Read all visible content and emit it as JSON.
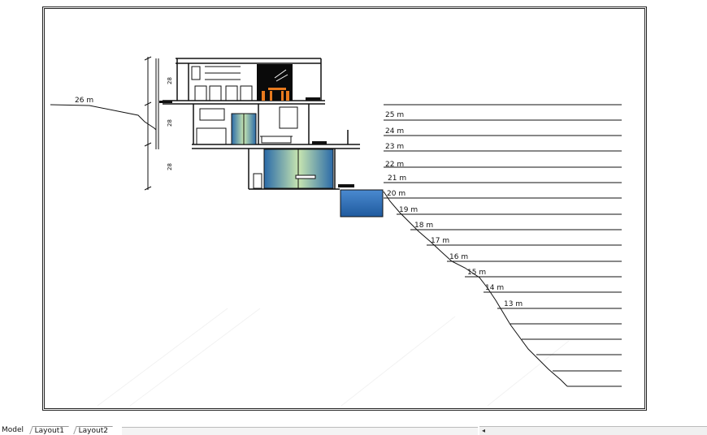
{
  "drawing": {
    "elevation_labels_right": [
      "25 m",
      "24 m",
      "23 m",
      "22 m",
      "21 m",
      "20 m",
      "19 m",
      "18 m",
      "17 m",
      "16 m",
      "15 m",
      "14 m",
      "13 m"
    ],
    "elevation_label_left": "26 m",
    "dimension_labels": [
      "28",
      "28",
      "28"
    ]
  },
  "tabs": {
    "model": "Model",
    "layout1": "Layout1",
    "layout2": "Layout2"
  },
  "icons": {
    "scroll_left": "scroll-left-arrow-icon"
  }
}
